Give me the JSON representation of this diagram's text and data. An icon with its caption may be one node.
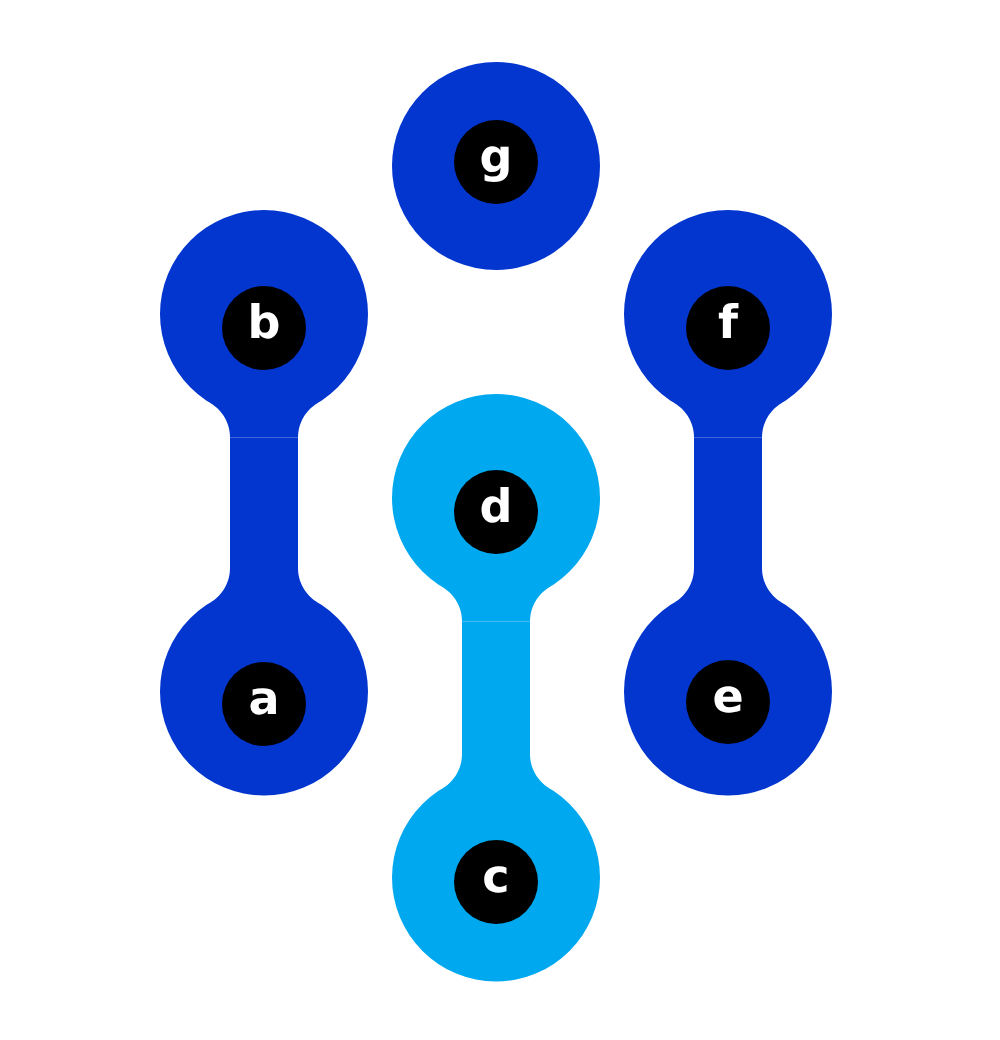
{
  "diagram": {
    "nodes": [
      {
        "text": [
          "g"
        ]
      },
      {
        "text": [
          "b"
        ]
      },
      {
        "text": [
          "f"
        ]
      },
      {
        "text": [
          "d"
        ]
      },
      {
        "text": [
          "a"
        ]
      },
      {
        "text": [
          "e"
        ]
      },
      {
        "text": [
          "c"
        ]
      }
    ],
    "edges": [
      {
        "from": 1,
        "to": 4,
        "arrow": "none"
      },
      {
        "from": 3,
        "to": 6,
        "arrow": "none",
        "color": "#00a8ef"
      },
      {
        "from": 2,
        "to": 5,
        "arrow": "none"
      }
    ]
  }
}
